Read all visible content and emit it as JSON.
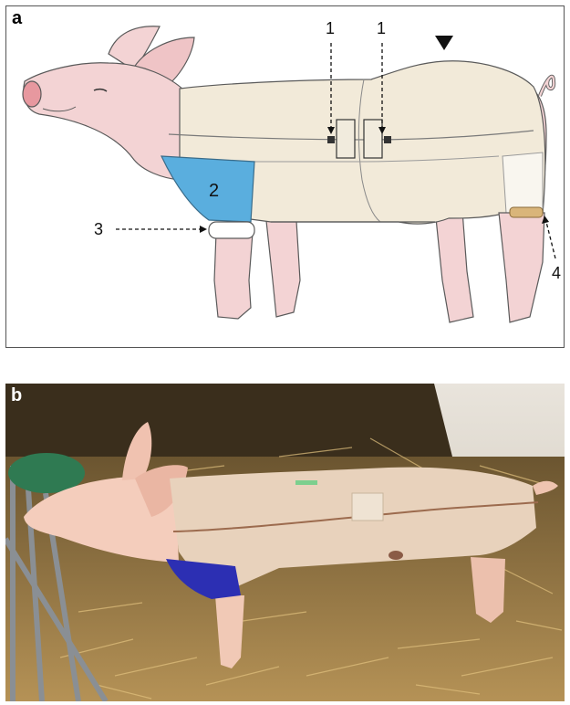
{
  "panels": {
    "a": {
      "letter": "a"
    },
    "b": {
      "letter": "b"
    }
  },
  "callouts": {
    "one_left": "1",
    "one_right": "1",
    "two": "2",
    "three": "3",
    "four": "4"
  },
  "colors": {
    "pig_skin": "#f3d3d4",
    "jacket": "#f2ead9",
    "chest_pad": "#5aaede",
    "ankle_band": "#d9b57a",
    "straw": "#c9a35b",
    "photo_pad": "#2c2fb3"
  }
}
